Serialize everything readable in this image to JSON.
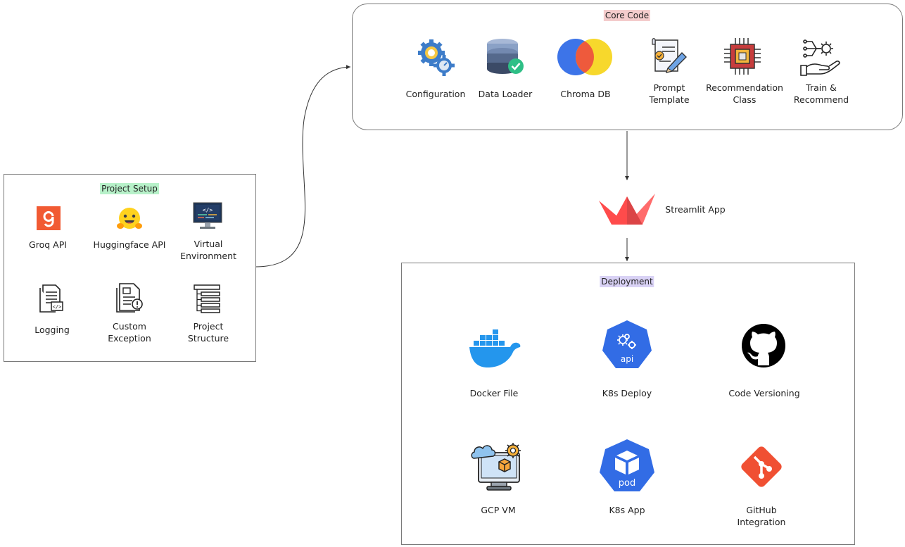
{
  "core_code": {
    "title": "Core Code",
    "items": [
      {
        "label": "Configuration",
        "icon": "gears-icon"
      },
      {
        "label": "Data Loader",
        "icon": "database-check-icon"
      },
      {
        "label": "Chroma DB",
        "icon": "chroma-logo-icon"
      },
      {
        "label": "Prompt\nTemplate",
        "icon": "document-pen-icon"
      },
      {
        "label": "Recommendation\nClass",
        "icon": "chip-icon"
      },
      {
        "label": "Train &\nRecommend",
        "icon": "hand-gear-icon"
      }
    ],
    "title_color": "#f4cccc"
  },
  "project_setup": {
    "title": "Project Setup",
    "items": [
      {
        "label": "Groq API",
        "icon": "groq-logo-icon"
      },
      {
        "label": "Huggingface API",
        "icon": "huggingface-logo-icon"
      },
      {
        "label": "Virtual\nEnvironment",
        "icon": "monitor-code-icon"
      },
      {
        "label": "Logging",
        "icon": "log-file-icon"
      },
      {
        "label": "Custom\nException",
        "icon": "exception-doc-icon"
      },
      {
        "label": "Project\nStructure",
        "icon": "tree-structure-icon"
      }
    ],
    "title_color": "#b7f1c9"
  },
  "streamlit": {
    "label": "Streamlit App",
    "icon": "streamlit-logo-icon"
  },
  "deployment": {
    "title": "Deployment",
    "items": [
      {
        "label": "Docker File",
        "icon": "docker-logo-icon"
      },
      {
        "label": "K8s Deploy",
        "icon": "k8s-api-icon"
      },
      {
        "label": "Code Versioning",
        "icon": "github-logo-icon"
      },
      {
        "label": "GCP VM",
        "icon": "cloud-vm-icon"
      },
      {
        "label": "K8s App",
        "icon": "k8s-pod-icon"
      },
      {
        "label": "GitHub\nIntegration",
        "icon": "git-logo-icon"
      }
    ],
    "title_color": "#d9d2f5"
  },
  "icon_text": {
    "api": "api",
    "pod": "pod"
  }
}
